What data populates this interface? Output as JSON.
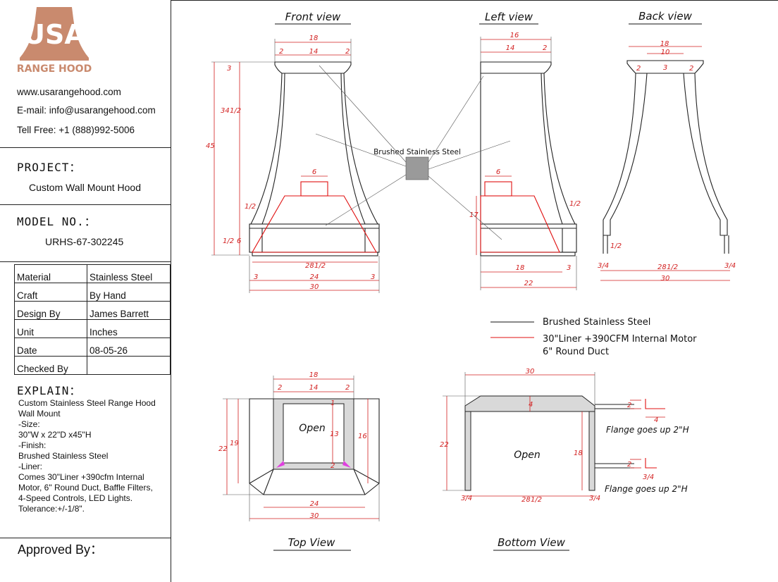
{
  "brand": {
    "logo_text": "USA",
    "logo_sub": "RANGE HOOD",
    "logo_color": "#c98a6e"
  },
  "contact": {
    "website": "www.usarangehood.com",
    "email": "E-mail: info@usarangehood.com",
    "tollfree": "Tell Free: +1 (888)992-5006"
  },
  "project": {
    "label": "PROJECT：",
    "value": "Custom Wall Mount Hood"
  },
  "model": {
    "label": "MODEL NO.：",
    "value": "URHS-67-302245"
  },
  "specs": [
    {
      "key": "Material",
      "value": "Stainless Steel"
    },
    {
      "key": "Craft",
      "value": "By Hand"
    },
    {
      "key": "Design By",
      "value": "James Barrett"
    },
    {
      "key": "Unit",
      "value": "Inches"
    },
    {
      "key": "Date",
      "value": "08-05-26"
    },
    {
      "key": "Checked By",
      "value": ""
    }
  ],
  "explain": {
    "label": "EXPLAIN：",
    "lines": [
      "Custom Stainless Steel Range Hood",
      "Wall Mount",
      "-Size:",
      "30\"W x 22\"D x45\"H",
      "-Finish:",
      "Brushed Stainless Steel",
      "-Liner:",
      "Comes 30\"Liner +390cfm Internal",
      "Motor, 6\" Round Duct, Baffle Filters,",
      "4-Speed Controls, LED Lights.",
      "Tolerance:+/-1/8\"."
    ]
  },
  "approved": "Approved By：",
  "views": {
    "front": "Front view",
    "left": "Left view",
    "back": "Back view",
    "top": "Top View",
    "bottom": "Bottom View"
  },
  "material_callout": "Brushed Stainless Steel",
  "legend": {
    "black": "Brushed Stainless Steel",
    "red_line1": "30\"Liner +390CFM Internal Motor",
    "red_line2": "6\" Round Duct"
  },
  "labels": {
    "open_top": "Open",
    "open_bottom": "Open",
    "flange1": "Flange goes up 2\"H",
    "flange2": "Flange goes up 2\"H"
  },
  "colors": {
    "dimension": "#d21f1f",
    "liner": "#e01010",
    "outline": "#222222",
    "brushed_swatch": "#9a9a9a",
    "gap_fill": "#d9d9d9",
    "corner_marker": "#e040e0"
  },
  "dims": {
    "front": {
      "top_total": "18",
      "top_left": "2",
      "top_mid": "14",
      "top_right": "2",
      "crown": "3",
      "body": "34",
      "total_h": "45",
      "half_a": "1/2",
      "half_b": "1/2",
      "band": "6",
      "duct": "6",
      "base_w": "28",
      "base_half": "1/2",
      "bl": "3",
      "bm": "24",
      "br": "3",
      "bottom_total": "30"
    },
    "left": {
      "top_total": "16",
      "top_mid": "14",
      "top_right": "2",
      "liner_h": "17",
      "duct": "6",
      "half": "1/2",
      "b_mid": "18",
      "b_right": "3",
      "bottom_total": "22"
    },
    "back": {
      "top_total": "18",
      "top_mid": "10",
      "t_left": "2",
      "t_mid": "3",
      "t_right": "2",
      "flange": "1/2",
      "b_left": "3/4",
      "b_mid": "28",
      "b_half": "1/2",
      "b_right": "3/4",
      "bottom_total": "30"
    },
    "top": {
      "top_total": "18",
      "t_left": "2",
      "t_mid": "14",
      "t_right": "2",
      "outer_h": "22",
      "inner_h": "19",
      "open_h": "13",
      "right_h": "16",
      "gap_top": "1",
      "gap_bottom": "2",
      "b_inner": "24",
      "b_total": "30"
    },
    "bottom": {
      "top_total": "30",
      "band": "4",
      "total_h": "22",
      "leg_h": "18",
      "b_left": "3/4",
      "b_mid": "28",
      "b_half": "1/2",
      "b_right": "3/4",
      "fl1_h": "2",
      "fl1_w": "4",
      "fl2_h": "2",
      "fl2_w": "3/4"
    }
  }
}
